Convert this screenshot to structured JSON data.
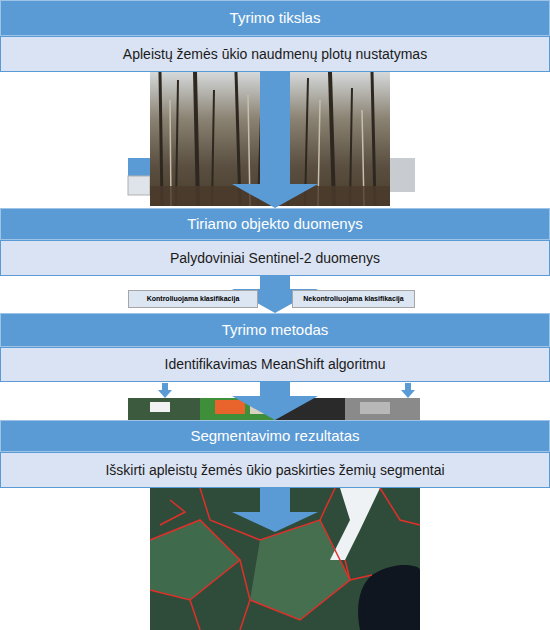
{
  "diagram": {
    "nodes": [
      {
        "text": [
          "Tyrimo tikslas"
        ]
      },
      {
        "text": [
          "Apleistų žemės ūkio naudmenų plotų nustatymas"
        ]
      },
      {
        "text": [
          "Tiriamo objekto duomenys"
        ]
      },
      {
        "text": [
          "Palydoviniai Sentinel-2 duomenys"
        ]
      },
      {
        "text": [
          "Kontroliuojama klasifikacija"
        ]
      },
      {
        "text": [
          "Nekontroliuojama klasifikacija"
        ]
      },
      {
        "text": [
          "Tyrimo metodas"
        ]
      },
      {
        "text": [
          "Identifikavimas MeanShift algoritmu"
        ]
      },
      {
        "text": [
          "Segmentavimo rezultatas"
        ]
      },
      {
        "text": [
          "Išskirti apleistų žemės ūkio paskirties žemių segmentai"
        ]
      }
    ],
    "edges": [
      {
        "from": 1,
        "to": 2,
        "arrow": "to"
      },
      {
        "from": 3,
        "to": 6,
        "arrow": "to"
      },
      {
        "from": 7,
        "to": 8,
        "arrow": "to"
      }
    ]
  }
}
